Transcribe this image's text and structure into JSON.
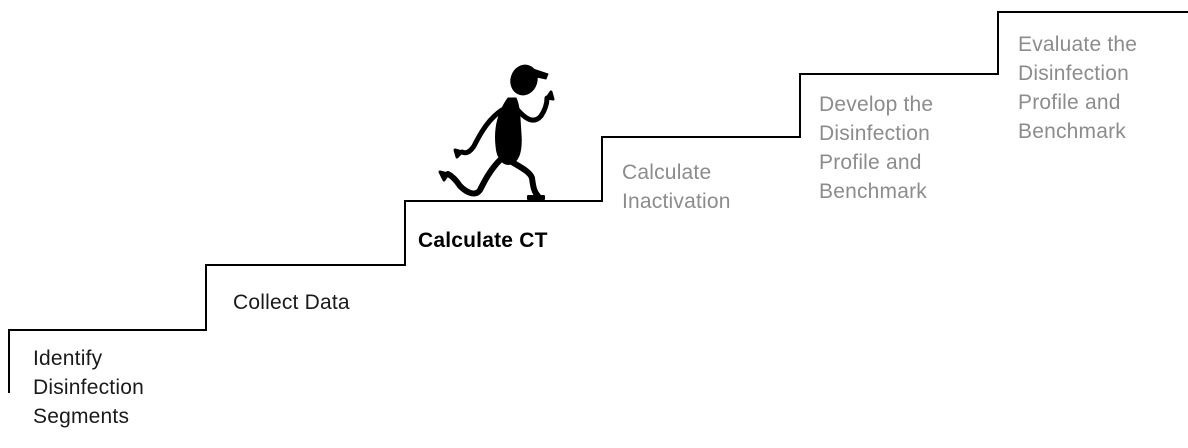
{
  "steps": [
    {
      "lines": [
        "Identify",
        "Disinfection",
        "Segments"
      ],
      "status": "done"
    },
    {
      "lines": [
        "Collect Data"
      ],
      "status": "done"
    },
    {
      "lines": [
        "Calculate CT"
      ],
      "status": "current"
    },
    {
      "lines": [
        "Calculate",
        "Inactivation"
      ],
      "status": "todo"
    },
    {
      "lines": [
        "Develop the",
        "Disinfection",
        "Profile and",
        "Benchmark"
      ],
      "status": "todo"
    },
    {
      "lines": [
        "Evaluate the",
        "Disinfection",
        "Profile and",
        "Benchmark"
      ],
      "status": "todo"
    }
  ],
  "colors": {
    "stair_line": "#000000",
    "done_text": "#1a1a1a",
    "current_text": "#000000",
    "todo_text": "#8c8c8c"
  },
  "icons": {
    "runner": "running-stick-figure-icon"
  }
}
